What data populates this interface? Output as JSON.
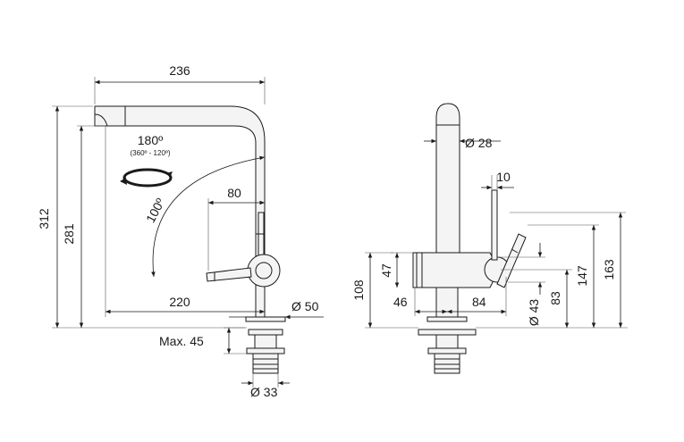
{
  "side_view": {
    "width_236": "236",
    "height_312": "312",
    "height_281": "281",
    "rotation_180": "180º",
    "rotation_range": "(360º - 120º)",
    "arc_100": "100º",
    "dim_80": "80",
    "dim_220": "220",
    "dia_50": "Ø 50",
    "max_45": "Max. 45",
    "dia_33": "Ø 33"
  },
  "front_view": {
    "dia_28": "Ø 28",
    "dim_10": "10",
    "dim_47": "47",
    "dim_108": "108",
    "dim_46": "46",
    "dim_84": "84",
    "dia_43": "Ø 43",
    "dim_83": "83",
    "dim_147": "147",
    "dim_163": "163"
  }
}
